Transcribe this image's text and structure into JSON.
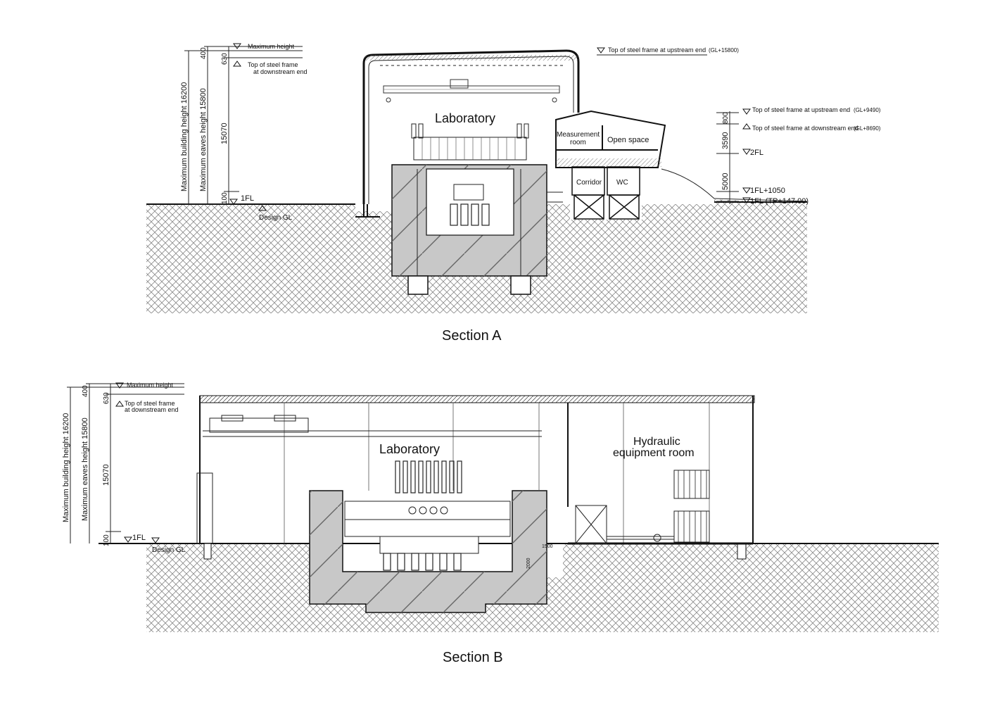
{
  "section_a": {
    "caption": "Section A",
    "dimensions": {
      "total_height": "Maximum building height 16200",
      "eaves_height": "Maximum eaves height 15800",
      "d400": "400",
      "d630": "630",
      "d15070": "15070",
      "d100": "100",
      "d800": "800",
      "d3590": "3590",
      "d5000": "5000"
    },
    "levels": {
      "max_height": "Maximum height",
      "steel_down_1": "Top of steel frame",
      "steel_down_2": "at downstream end",
      "fl1": "1FL",
      "design_gl": "Design GL",
      "steel_up_main": "Top of steel frame at upstream end",
      "steel_up_main_val": "(GL+15800)",
      "annex_up": "Top of steel frame at upstream end",
      "annex_up_val": "(GL+9490)",
      "annex_down": "Top of steel frame at downstream end",
      "annex_down_val": "(GL+8690)",
      "fl2": "2FL",
      "fl1_1050": "1FL+1050",
      "fl1_tp": "1FL (TP+147.00)"
    },
    "rooms": {
      "laboratory": "Laboratory",
      "measurement_1": "Measurement",
      "measurement_2": "room",
      "open_space": "Open space",
      "corridor": "Corridor",
      "wc": "WC"
    }
  },
  "section_b": {
    "caption": "Section B",
    "dimensions": {
      "total_height": "Maximum building height 16200",
      "eaves_height": "Maximum eaves height 15800",
      "d400": "400",
      "d630": "630",
      "d15070": "15070",
      "d100": "100",
      "d1500": "1500",
      "d2000": "2000"
    },
    "levels": {
      "max_height": "Maximum height",
      "steel_down_1": "Top of steel frame",
      "steel_down_2": "at downstream end",
      "fl1": "1FL",
      "design_gl": "Design GL"
    },
    "rooms": {
      "laboratory": "Laboratory",
      "hydraulic_1": "Hydraulic",
      "hydraulic_2": "equipment room"
    }
  },
  "colors": {
    "line": "#111111",
    "concrete": "#c8c8c8",
    "soil_hatch": "#8a8a8a",
    "background": "#ffffff"
  }
}
